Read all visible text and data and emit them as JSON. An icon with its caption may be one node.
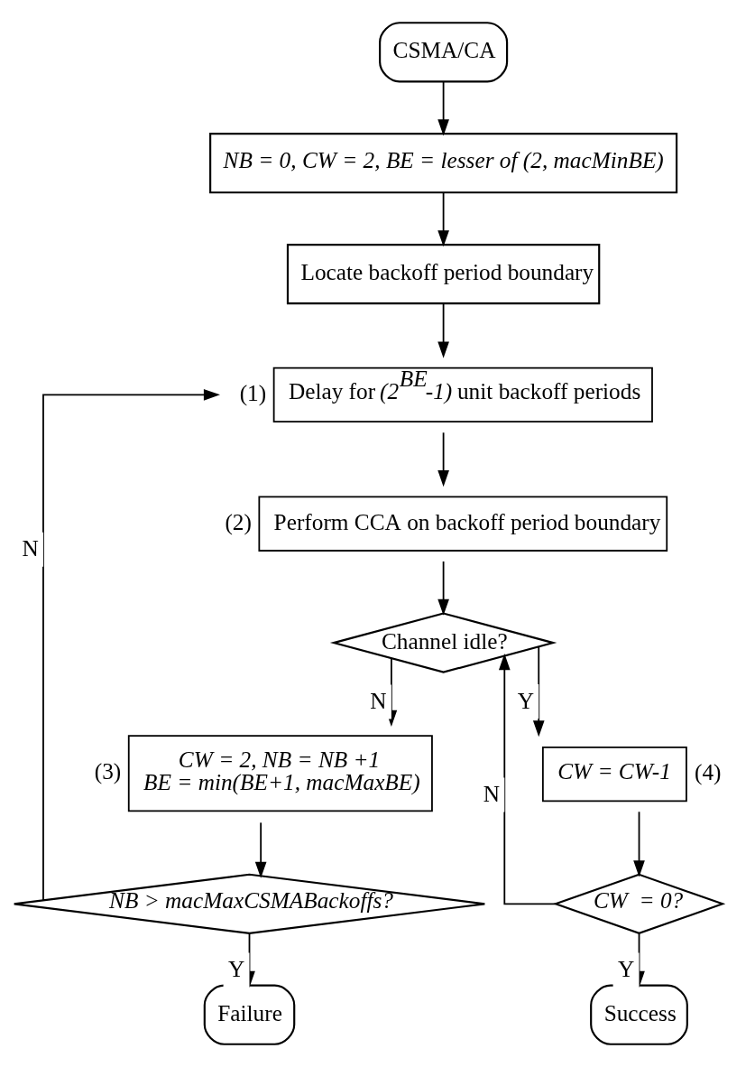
{
  "diagram": {
    "nodes": [
      {
        "text": [
          "CSMA/CA"
        ]
      },
      {
        "text": [
          "NB = 0, CW = 2, BE = lesser of (2, macMinBE)"
        ]
      },
      {
        "text": [
          "Locate backoff period boundary"
        ]
      },
      {
        "text": [
          "Delay for *(2$^{BE}$-1)* unit backoff periods"
        ],
        "beside": [
          "(1)"
        ]
      },
      {
        "text": [
          "Perform CCA on backoff period boundary"
        ],
        "beside": [
          "(2)"
        ]
      },
      {
        "text": [
          "Channel idle?"
        ]
      },
      {
        "text": [
          "CW = 2, NB = NB +1 BE = min(BE+1, macMaxBE)"
        ],
        "beside": [
          "(3)"
        ]
      },
      {
        "text": [
          "CW = CW-1"
        ],
        "beside": [
          "(4)"
        ]
      },
      {
        "text": [
          "NB > macMaxCSMABackoffs?"
        ]
      },
      {
        "text": [
          "CW  = 0?"
        ]
      },
      {
        "text": [
          "Failure"
        ]
      },
      {
        "text": [
          "Success"
        ]
      }
    ],
    "edges": [
      {
        "from": 0,
        "to": 1,
        "arrow": "to"
      },
      {
        "from": 1,
        "to": 2,
        "arrow": "to"
      },
      {
        "from": 2,
        "to": 3,
        "arrow": "to"
      },
      {
        "from": 3,
        "to": 4,
        "arrow": "to"
      },
      {
        "from": 4,
        "to": 5,
        "arrow": "to"
      },
      {
        "from": 5,
        "to": 7,
        "arrow": "to",
        "label": "Y"
      },
      {
        "from": 5,
        "to": 6,
        "arrow": "to",
        "label": "N"
      },
      {
        "from": 6,
        "to": 8,
        "arrow": "to"
      },
      {
        "from": 7,
        "to": 9,
        "arrow": "to"
      },
      {
        "from": 8,
        "to": 3,
        "arrow": "to",
        "label": "N"
      },
      {
        "from": 8,
        "to": 10,
        "arrow": "to",
        "label": "Y"
      },
      {
        "from": 9,
        "to": 5,
        "arrow": "to",
        "label": "N"
      },
      {
        "from": 9,
        "to": 11,
        "arrow": "to",
        "label": "Y"
      }
    ]
  }
}
